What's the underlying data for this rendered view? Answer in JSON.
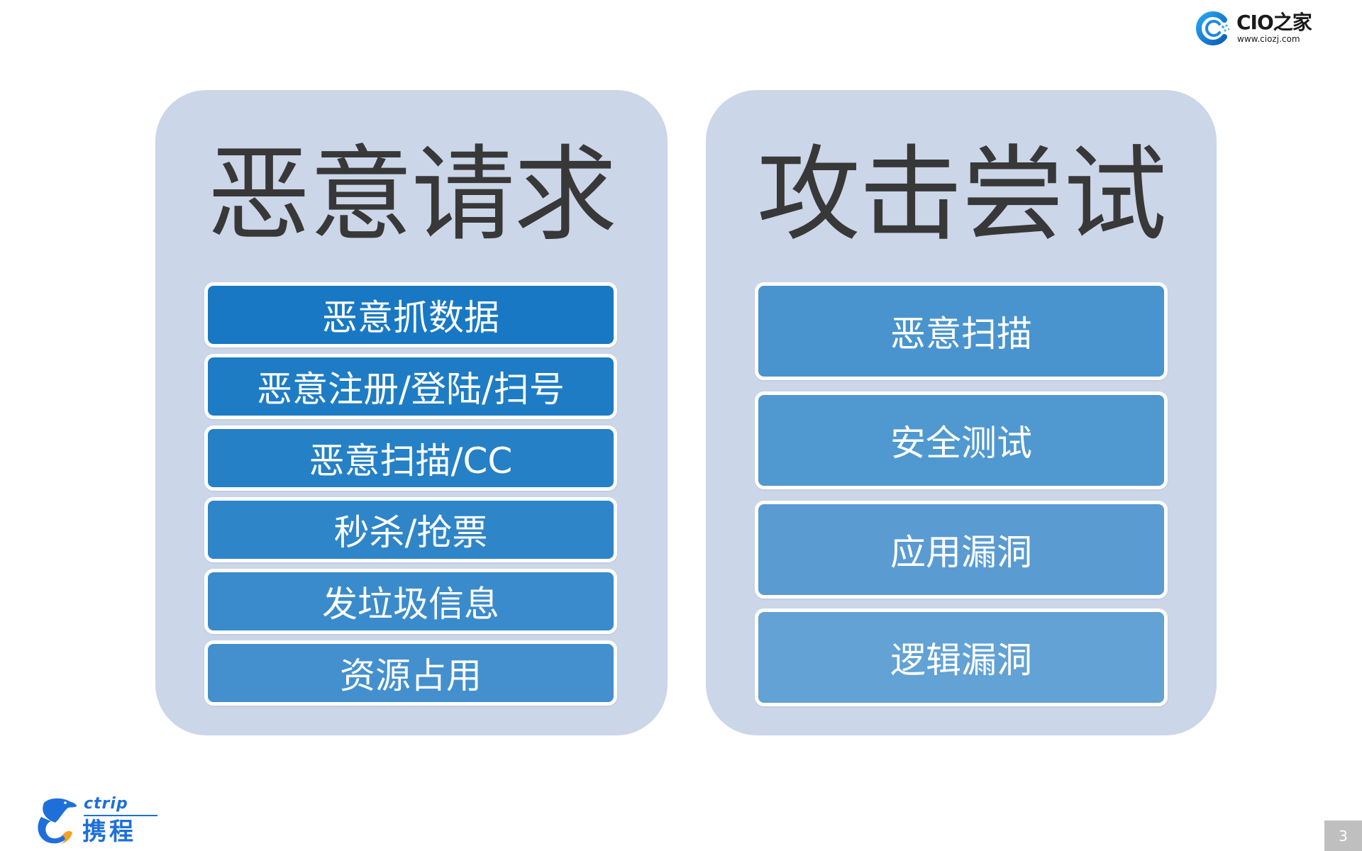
{
  "brand_logos": {
    "top_right": {
      "title": "CIO之家",
      "url_text": "www.ciozj.com",
      "color": "#1E88E5"
    },
    "bottom_left": {
      "word": "ctrip",
      "chinese": "携程",
      "color_primary": "#1E6FD9",
      "color_accent": "#F7A021"
    }
  },
  "panels": {
    "left": {
      "title": "恶意请求",
      "background": "#CBD6E8",
      "items": [
        {
          "label": "恶意抓数据",
          "color": "#1878C4"
        },
        {
          "label": "恶意注册/登陆/扫号",
          "color": "#1E7CC5"
        },
        {
          "label": "恶意扫描/CC",
          "color": "#2580C6"
        },
        {
          "label": "秒杀/抢票",
          "color": "#2E85C8"
        },
        {
          "label": "发垃圾信息",
          "color": "#3A8BCB"
        },
        {
          "label": "资源占用",
          "color": "#4490CE"
        }
      ]
    },
    "right": {
      "title": "攻击尝试",
      "background": "#CBD6E8",
      "items": [
        {
          "label": "恶意扫描",
          "color": "#4994CE"
        },
        {
          "label": "安全测试",
          "color": "#5098D0"
        },
        {
          "label": "应用漏洞",
          "color": "#5A9BD2"
        },
        {
          "label": "逻辑漏洞",
          "color": "#62A2D4"
        }
      ]
    }
  },
  "footer": {
    "page_number": "3"
  }
}
